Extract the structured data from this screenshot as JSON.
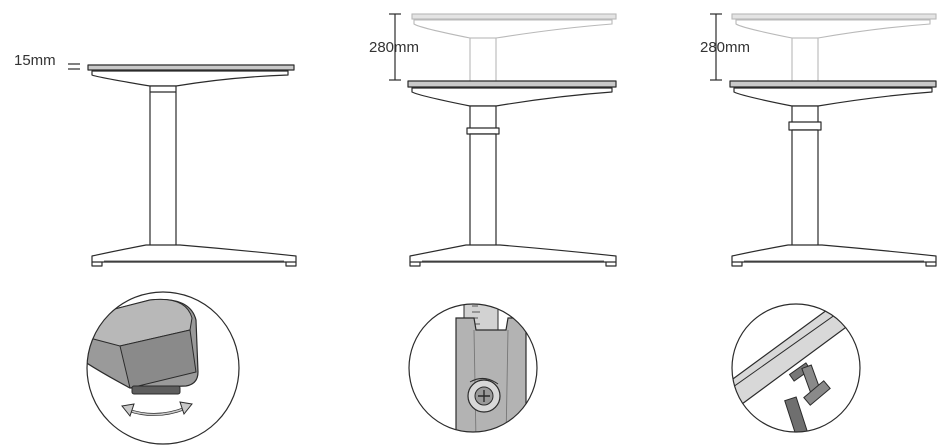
{
  "labels": {
    "panel_1_thickness": "15mm",
    "panel_2_travel": "280mm",
    "panel_3_travel": "280mm"
  },
  "colors": {
    "line": "#2b2b2b",
    "ghost_line": "#b9b9b9",
    "desktop_top": "#c9c9c9",
    "detail_grey": "#8f8f8f"
  },
  "icons": {
    "panel_1_detail": "adjustable-foot-glide",
    "panel_2_detail": "column-adjustment-knob",
    "panel_3_detail": "hand-crank"
  }
}
